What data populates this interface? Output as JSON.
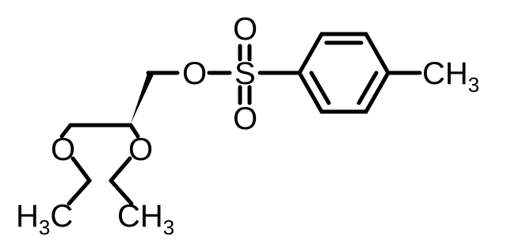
{
  "molecule": {
    "atoms": {
      "sulfonate_ester_oxygen": "O",
      "sulfur": "S",
      "sulfonyl_oxygen_top": "O",
      "sulfonyl_oxygen_bottom": "O",
      "ring_oxygen_left": "O",
      "ring_oxygen_right": "O",
      "methyl_aryl": {
        "main": "CH",
        "sub": "3"
      },
      "methyl_left": {
        "h": "H",
        "sub": "3",
        "c": "C"
      },
      "methyl_right": {
        "main": "CH",
        "sub": "3"
      }
    }
  }
}
